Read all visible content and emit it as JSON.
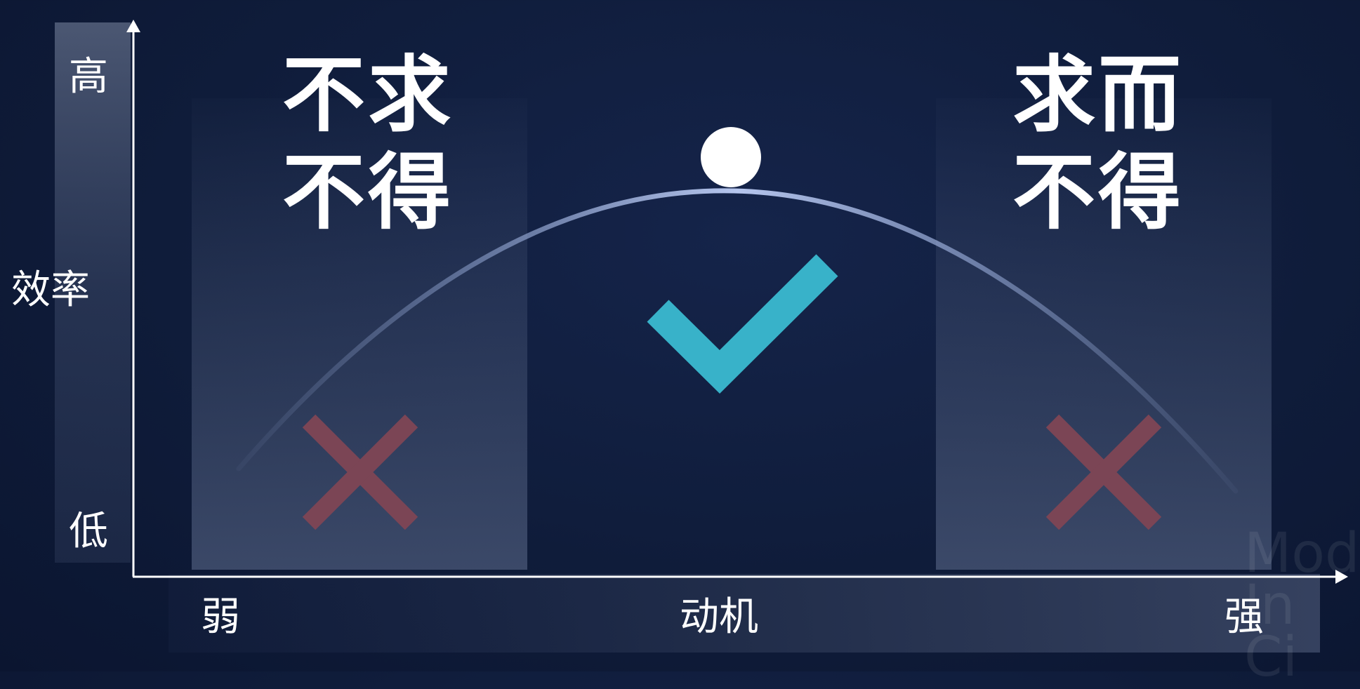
{
  "y_axis": {
    "title": "效率",
    "high": "高",
    "low": "低"
  },
  "x_axis": {
    "title": "动机",
    "weak": "弱",
    "strong": "强"
  },
  "left_zone": {
    "line1": "不求",
    "line2": "不得"
  },
  "right_zone": {
    "line1": "求而",
    "line2": "不得"
  },
  "marks": {
    "left": "cross-icon",
    "center": "check-icon",
    "right": "cross-icon",
    "peak": "peak-dot"
  },
  "colors": {
    "background": "#0f1c3a",
    "curve": "#9aaedb",
    "check": "#38b2c9",
    "cross": "#7b4555",
    "zone_fill": "#4a5878",
    "text": "#ffffff"
  },
  "watermark": {
    "line1": "Mod",
    "line2": "In Ci"
  }
}
